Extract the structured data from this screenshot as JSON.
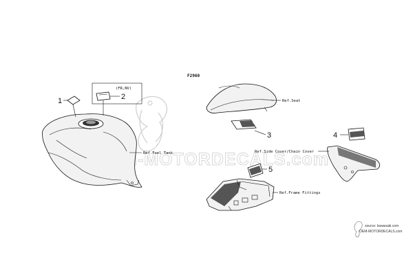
{
  "diagram": {
    "figure_code": "F2960",
    "watermark": "OEM-MOTORDECALS.com",
    "source_lines": [
      "source: kawasaki.com",
      "OEM-MOTORDECALS.com"
    ],
    "callouts": [
      {
        "number": "1"
      },
      {
        "number": "2"
      },
      {
        "number": "3"
      },
      {
        "number": "4"
      },
      {
        "number": "5"
      }
    ],
    "region_note": "(FR,NV)",
    "references": {
      "fuel_tank": "Ref.Fuel Tank",
      "seat": "Ref.Seat",
      "side_cover": "Ref.Side Cover/Chain Cover",
      "frame_fittings": "Ref.Frame Fittings"
    },
    "colors": {
      "line": "#111111",
      "part_fill": "#f2f2f2",
      "watermark": "#c9c9c9"
    }
  }
}
